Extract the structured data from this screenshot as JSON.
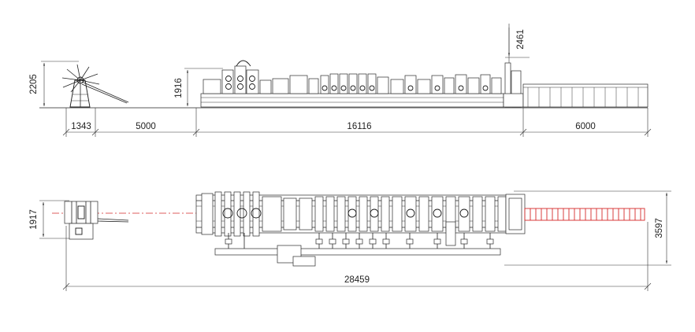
{
  "drawing": {
    "elevation_view": {
      "dimensions": {
        "decoiler_height": "2205",
        "mill_height": "1916",
        "cutoff_height": "2461",
        "decoiler_length": "1343",
        "gap_length": "5000",
        "mill_length": "16116",
        "runout_length": "6000"
      }
    },
    "plan_view": {
      "dimensions": {
        "decoiler_width": "1917",
        "runout_width": "3597",
        "overall_length": "28459"
      }
    }
  },
  "colors": {
    "line": "#222222",
    "centerline": "#d42a2a",
    "background": "#ffffff"
  }
}
